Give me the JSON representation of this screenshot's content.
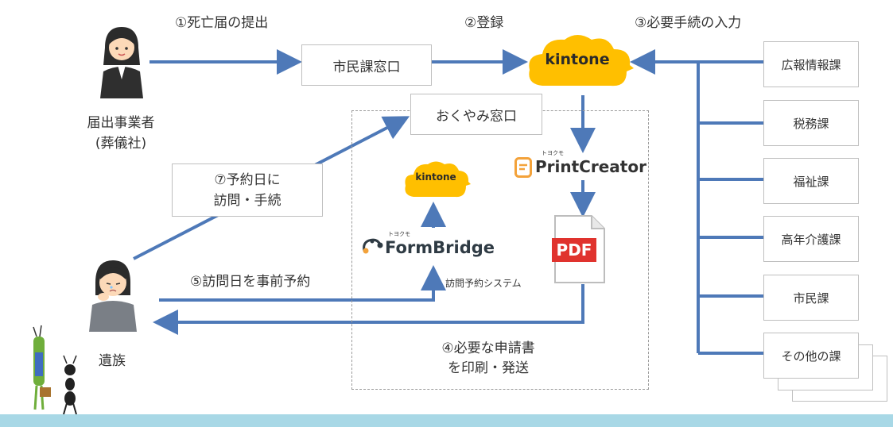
{
  "steps": {
    "step1": "①死亡届の提出",
    "step2": "②登録",
    "step3": "③必要手続の入力",
    "step4_line1": "④必要な申請書",
    "step4_line2": "を印刷・発送",
    "step5": "⑤訪問日を事前予約",
    "step7_line1": "⑦予約日に",
    "step7_line2": "訪問・手続"
  },
  "actors": {
    "funeral_line1": "届出事業者",
    "funeral_line2": "(葬儀社)",
    "family": "遺族"
  },
  "boxes": {
    "citizen_counter": "市民課窓口",
    "condolence_counter": "おくやみ窓口"
  },
  "systems": {
    "kintone_main": "kintone",
    "kintone_small": "kintone",
    "printcreator_kana": "トヨクモ",
    "printcreator": "PrintCreator",
    "formbridge_kana": "トヨクモ",
    "formbridge": "FormBridge",
    "reservation_system": "訪問予約システム",
    "pdf": "PDF"
  },
  "departments": [
    "広報情報課",
    "税務課",
    "福祉課",
    "高年介護課",
    "市民課",
    "その他の課"
  ],
  "colors": {
    "arrow": "#4e79b8",
    "kintone": "#ffbf00",
    "ground": "#a8d8e6",
    "pdf_red": "#e0332e"
  }
}
